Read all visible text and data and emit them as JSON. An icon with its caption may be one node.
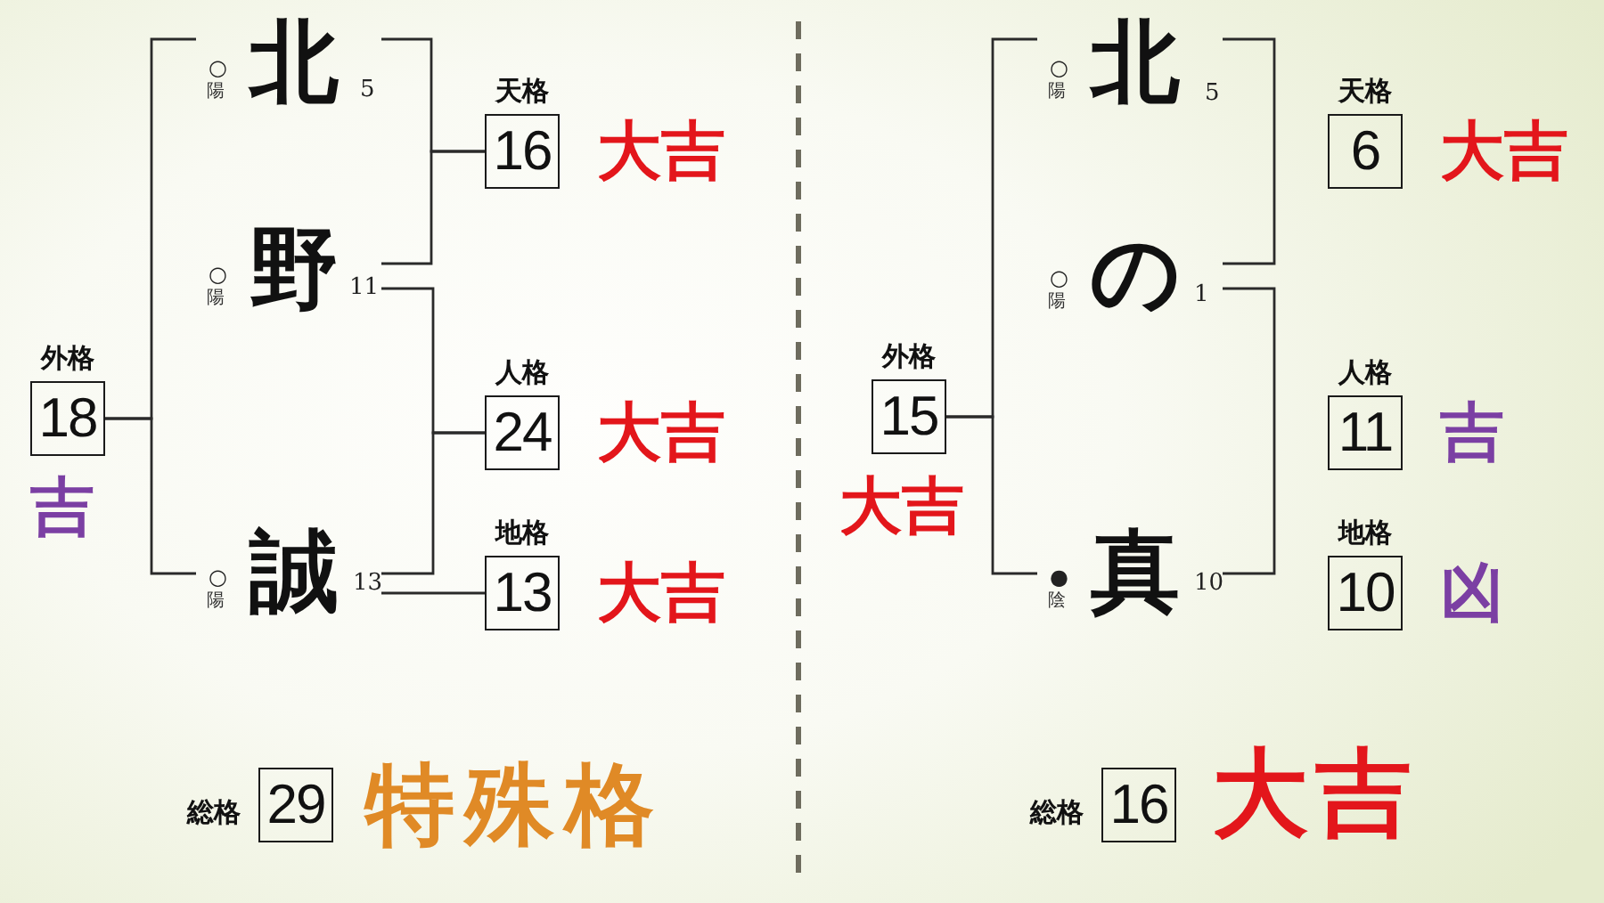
{
  "diagram": {
    "nodes": [
      {
        "text": [
          "北"
        ],
        "beside": [
          "○",
          "陽",
          "5"
        ]
      },
      {
        "text": [
          "野"
        ],
        "beside": [
          "○",
          "陽",
          "11"
        ]
      },
      {
        "text": [
          "誠"
        ],
        "beside": [
          "○",
          "陽",
          "13"
        ]
      },
      {
        "text": [
          "天格",
          "16"
        ],
        "beside": [
          "大吉"
        ]
      },
      {
        "text": [
          "人格",
          "24"
        ],
        "beside": [
          "大吉"
        ]
      },
      {
        "text": [
          "地格",
          "13"
        ],
        "beside": [
          "大吉"
        ]
      },
      {
        "text": [
          "外格",
          "18"
        ],
        "beside": [
          "吉"
        ]
      },
      {
        "text": [
          "総格",
          "29"
        ],
        "beside": [
          "特殊格"
        ]
      },
      {
        "text": [
          "北"
        ],
        "beside": [
          "○",
          "陽",
          "5"
        ]
      },
      {
        "text": [
          "の"
        ],
        "beside": [
          "○",
          "陽",
          "1"
        ]
      },
      {
        "text": [
          "真"
        ],
        "beside": [
          "●",
          "陰",
          "10"
        ]
      },
      {
        "text": [
          "天格",
          "6"
        ],
        "beside": [
          "大吉"
        ]
      },
      {
        "text": [
          "人格",
          "11"
        ],
        "beside": [
          "吉"
        ]
      },
      {
        "text": [
          "地格",
          "10"
        ],
        "beside": [
          "凶"
        ]
      },
      {
        "text": [
          "外格",
          "15"
        ],
        "beside": [
          "大吉"
        ]
      },
      {
        "text": [
          "総格",
          "16"
        ],
        "beside": [
          "大吉"
        ]
      }
    ],
    "edges": [
      {
        "from": 0,
        "to": 3,
        "arrow": "none"
      },
      {
        "from": 1,
        "to": 3,
        "arrow": "none"
      },
      {
        "from": 1,
        "to": 4,
        "arrow": "none"
      },
      {
        "from": 2,
        "to": 4,
        "arrow": "none"
      },
      {
        "from": 2,
        "to": 5,
        "arrow": "none"
      },
      {
        "from": 0,
        "to": 6,
        "arrow": "none"
      },
      {
        "from": 2,
        "to": 6,
        "arrow": "none"
      },
      {
        "from": 8,
        "to": 9,
        "arrow": "none"
      },
      {
        "from": 9,
        "to": 10,
        "arrow": "none"
      },
      {
        "from": 8,
        "to": 14,
        "arrow": "none"
      },
      {
        "from": 10,
        "to": 14,
        "arrow": "none"
      }
    ]
  }
}
